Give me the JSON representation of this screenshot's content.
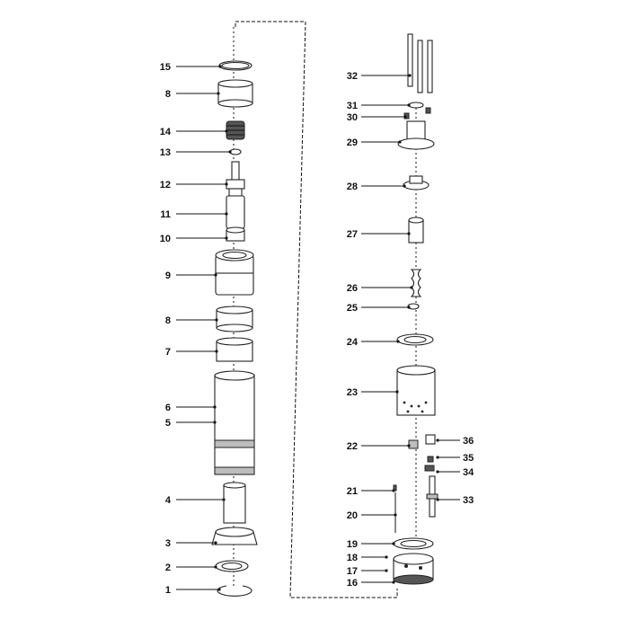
{
  "left_callouts": [
    {
      "label": "15"
    },
    {
      "label": "8"
    },
    {
      "label": "14"
    },
    {
      "label": "13"
    },
    {
      "label": "12"
    },
    {
      "label": "11"
    },
    {
      "label": "10"
    },
    {
      "label": "9"
    },
    {
      "label": "8"
    },
    {
      "label": "7"
    },
    {
      "label": "6"
    },
    {
      "label": "5"
    },
    {
      "label": "4"
    },
    {
      "label": "3"
    },
    {
      "label": "2"
    },
    {
      "label": "1"
    }
  ],
  "right_callouts": [
    {
      "label": "32"
    },
    {
      "label": "31"
    },
    {
      "label": "30"
    },
    {
      "label": "29"
    },
    {
      "label": "28"
    },
    {
      "label": "27"
    },
    {
      "label": "26"
    },
    {
      "label": "25"
    },
    {
      "label": "24"
    },
    {
      "label": "23"
    },
    {
      "label": "22"
    },
    {
      "label": "21"
    },
    {
      "label": "20"
    },
    {
      "label": "19"
    },
    {
      "label": "18"
    },
    {
      "label": "17"
    },
    {
      "label": "16"
    }
  ],
  "side_callouts": [
    {
      "label": "36"
    },
    {
      "label": "35"
    },
    {
      "label": "34"
    },
    {
      "label": "33"
    }
  ]
}
